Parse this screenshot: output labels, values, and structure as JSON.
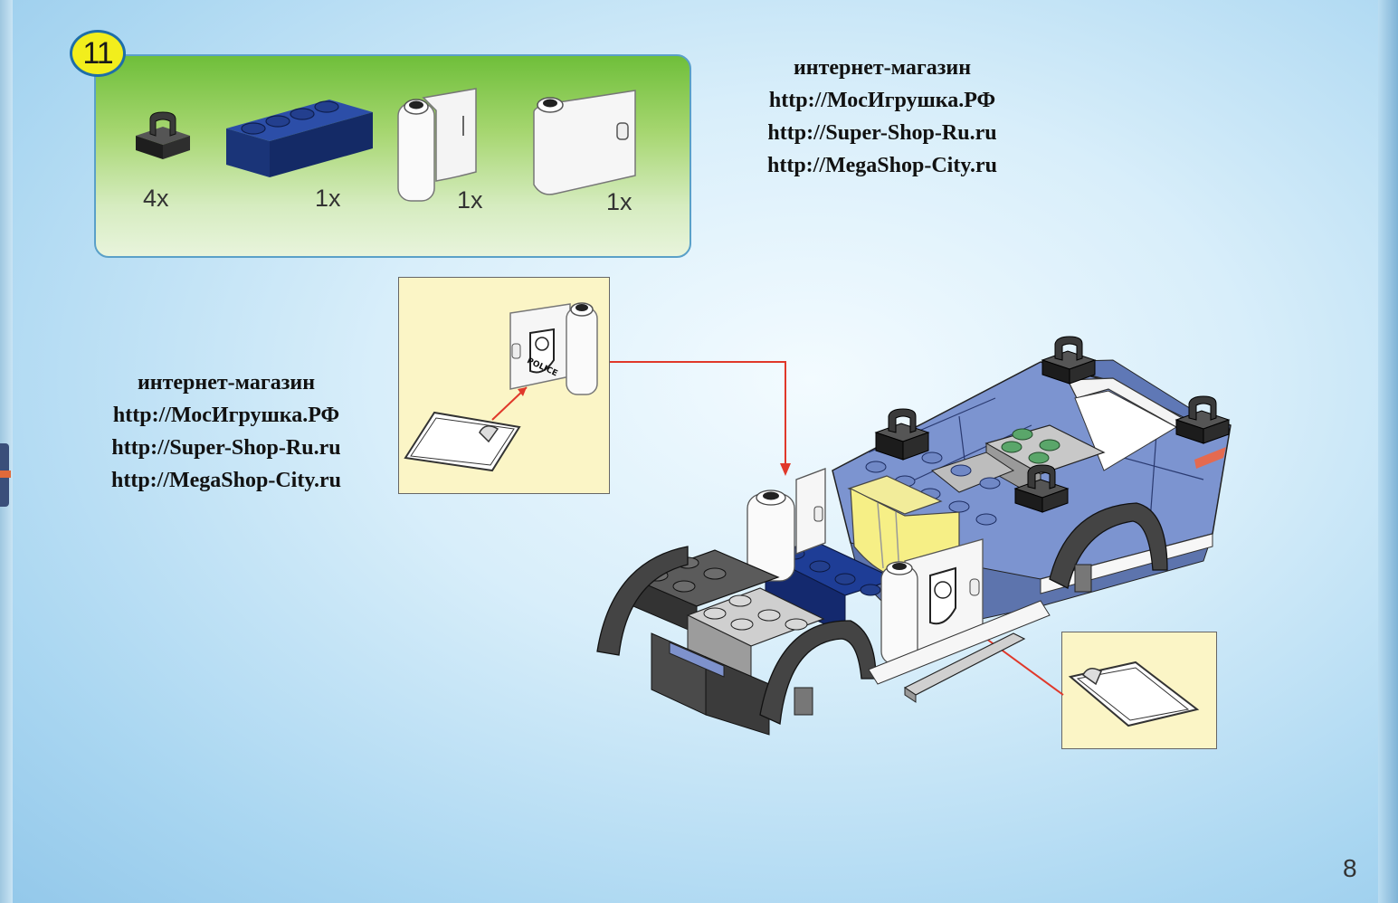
{
  "step": {
    "number": "11"
  },
  "parts": [
    {
      "name": "black clip plate 1x1",
      "qty": "4x"
    },
    {
      "name": "dark blue brick 1x4",
      "qty": "1x"
    },
    {
      "name": "white door left",
      "qty": "1x"
    },
    {
      "name": "white door right",
      "qty": "1x"
    }
  ],
  "watermark": {
    "line1": "интернет-магазин",
    "line2": "http://МосИгрушка.РФ",
    "line3": "http://Super-Shop-Ru.ru",
    "line4": "http://MegaShop-City.ru"
  },
  "sticker_text": "POLICE",
  "page_number": "8",
  "colors": {
    "badge": "#f2ee1c",
    "parts_box_green": "#6fbf3a",
    "callout_bg": "#fbf5c6",
    "car_blue": "#6e86c6",
    "dark_blue": "#1a3a8c",
    "arrow_red": "#e0382a"
  }
}
